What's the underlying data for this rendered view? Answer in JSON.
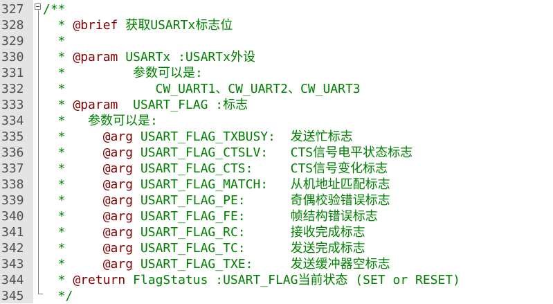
{
  "editor": {
    "lines": [
      {
        "num": "327",
        "pre": "/**",
        "tag": "",
        "post": ""
      },
      {
        "num": "328",
        "pre": "  * ",
        "tag": "@brief",
        "post": " 获取USARTx标志位"
      },
      {
        "num": "329",
        "pre": "  *",
        "tag": "",
        "post": ""
      },
      {
        "num": "330",
        "pre": "  * ",
        "tag": "@param",
        "post": " USARTx :USARTx外设"
      },
      {
        "num": "331",
        "pre": "  *         参数可以是:",
        "tag": "",
        "post": ""
      },
      {
        "num": "332",
        "pre": "  *            CW_UART1、CW_UART2、CW_UART3",
        "tag": "",
        "post": ""
      },
      {
        "num": "333",
        "pre": "  * ",
        "tag": "@param",
        "post": "  USART_FLAG :标志"
      },
      {
        "num": "334",
        "pre": "  *   参数可以是:",
        "tag": "",
        "post": ""
      },
      {
        "num": "335",
        "pre": "  *     ",
        "tag": "@arg",
        "post": " USART_FLAG_TXBUSY:  发送忙标志"
      },
      {
        "num": "336",
        "pre": "  *     ",
        "tag": "@arg",
        "post": " USART_FLAG_CTSLV:   CTS信号电平状态标志"
      },
      {
        "num": "337",
        "pre": "  *     ",
        "tag": "@arg",
        "post": " USART_FLAG_CTS:     CTS信号变化标志"
      },
      {
        "num": "338",
        "pre": "  *     ",
        "tag": "@arg",
        "post": " USART_FLAG_MATCH:   从机地址匹配标志"
      },
      {
        "num": "339",
        "pre": "  *     ",
        "tag": "@arg",
        "post": " USART_FLAG_PE:      奇偶校验错误标志"
      },
      {
        "num": "340",
        "pre": "  *     ",
        "tag": "@arg",
        "post": " USART_FLAG_FE:      帧结构错误标志"
      },
      {
        "num": "341",
        "pre": "  *     ",
        "tag": "@arg",
        "post": " USART_FLAG_RC:      接收完成标志"
      },
      {
        "num": "342",
        "pre": "  *     ",
        "tag": "@arg",
        "post": " USART_FLAG_TC:      发送完成标志"
      },
      {
        "num": "343",
        "pre": "  *     ",
        "tag": "@arg",
        "post": " USART_FLAG_TXE:     发送缓冲器空标志"
      },
      {
        "num": "344",
        "pre": "  * ",
        "tag": "@return",
        "post": " FlagStatus :USART_FLAG当前状态 (SET or RESET)"
      },
      {
        "num": "345",
        "pre": "  */",
        "tag": "",
        "post": ""
      }
    ]
  }
}
